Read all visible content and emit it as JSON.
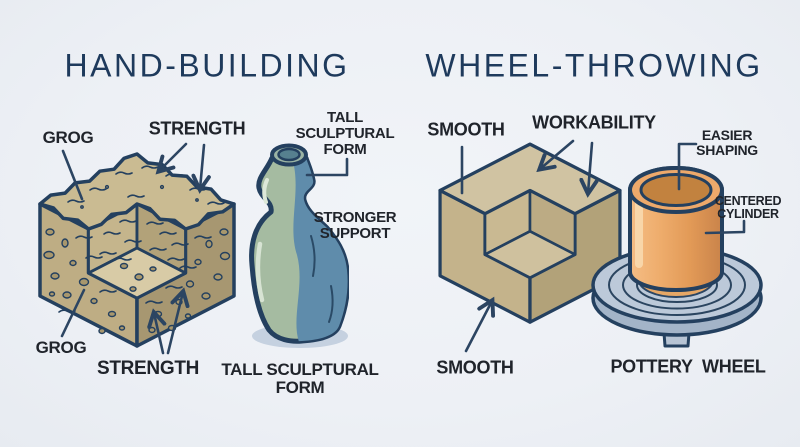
{
  "left_panel": {
    "title": "HAND-BUILDING",
    "labels": {
      "grog_top": "GROG",
      "strength_top": "STRENGTH",
      "tall_sculptural_form_top": [
        "TALL",
        "SCULPTURAL",
        "FORM"
      ],
      "stronger_support": [
        "STRONGER",
        "SUPPORT"
      ],
      "grog_bottom": "GROG",
      "strength_bottom": "STRENGTH",
      "tall_sculptural_form_bottom": [
        "TALL SCULPTURAL",
        "FORM"
      ]
    },
    "illustrations": [
      "textured clay cube with grog particles",
      "tall sculptural vase"
    ]
  },
  "right_panel": {
    "title": "WHEEL-THROWING",
    "labels": {
      "smooth_top": "SMOOTH",
      "workability": "WORKABILITY",
      "easier_shaping": [
        "EASIER",
        "SHAPING"
      ],
      "centered_cylinder": [
        "CENTERED",
        "CYLINDER"
      ],
      "smooth_bottom": "SMOOTH",
      "pottery_wheel": "POTTERY WHEEL"
    },
    "illustrations": [
      "smooth clay cube",
      "centered cylinder on pottery wheel"
    ]
  },
  "colors": {
    "background": "#edf0f5",
    "title_text": "#1e3a5c",
    "label_text": "#20242b",
    "outline_navy": "#24405f",
    "clay_tan": "#c0b088",
    "vase_green": "#a5bba1",
    "vase_blue": "#5f8cab",
    "cylinder_orange": "#e8a463",
    "wheel_gray_blue": "#bcc9d9"
  }
}
